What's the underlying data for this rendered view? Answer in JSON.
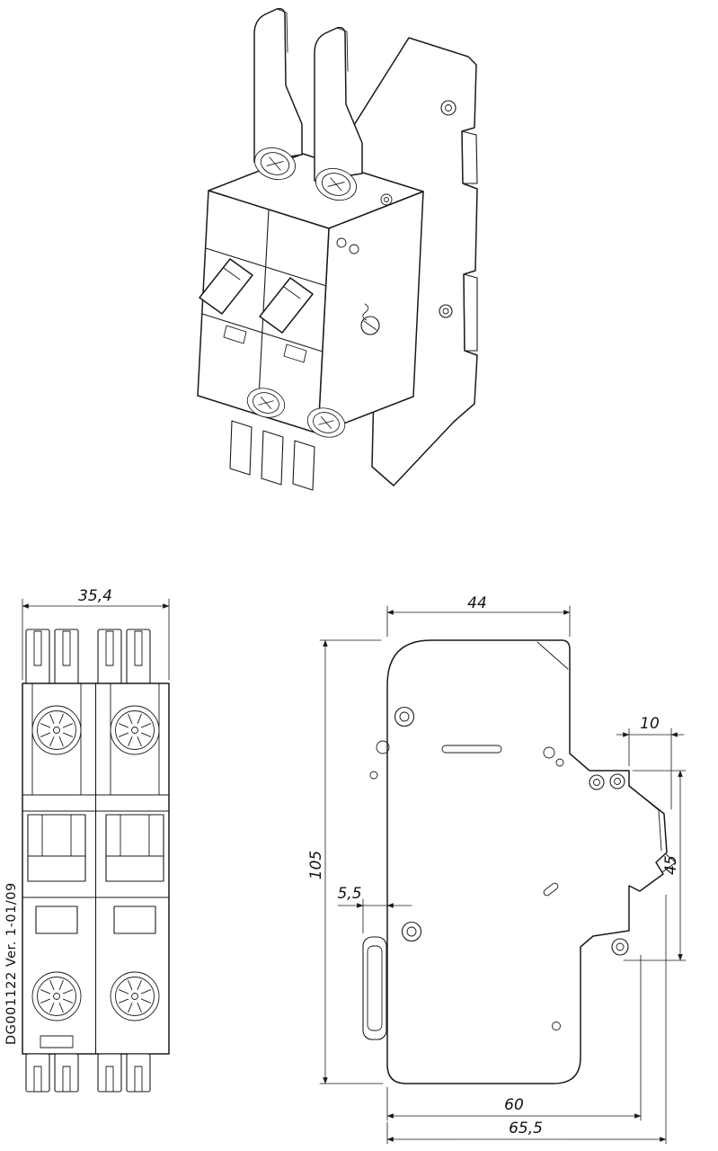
{
  "document": {
    "code": "DG001122 Ver. 1-01/09"
  },
  "dimensions": {
    "front_width": "35,4",
    "top_depth": "44",
    "height": "105",
    "din_claw_width": "10",
    "din_rail_height": "45",
    "foot_offset": "5,5",
    "base_depth": "60",
    "overall_depth": "65,5"
  },
  "colors": {
    "line": "#1a1a1a",
    "background": "#ffffff"
  }
}
